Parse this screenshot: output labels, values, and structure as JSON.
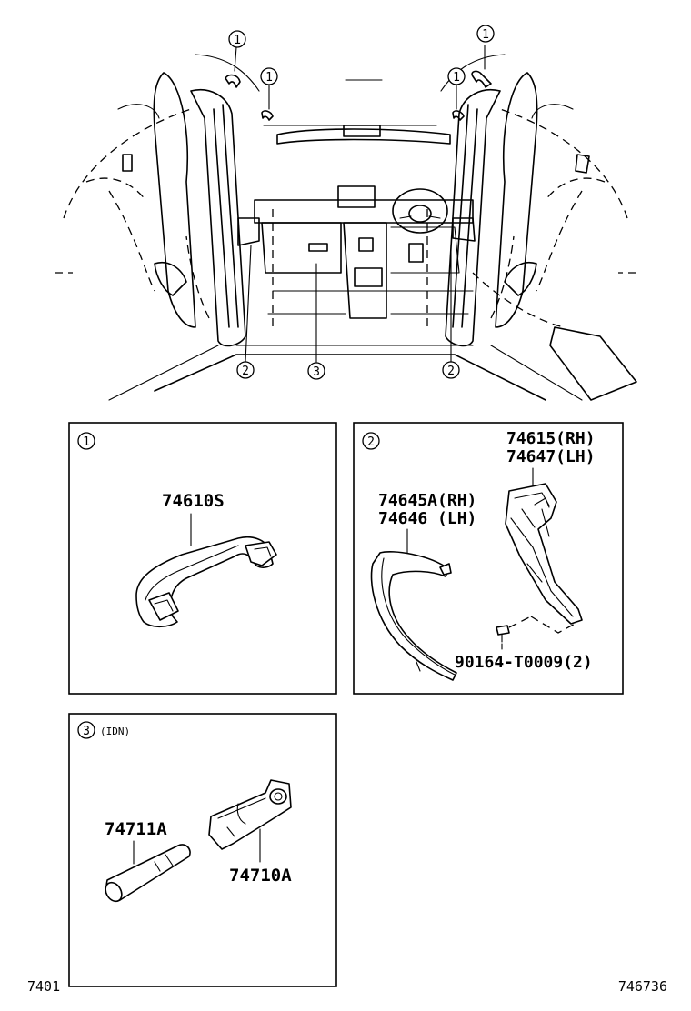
{
  "callouts": {
    "grip": "1",
    "panel": "2",
    "holder": "3"
  },
  "boxes": {
    "box1": {
      "number": "1",
      "parts": {
        "grip": "74610S"
      }
    },
    "box2": {
      "number": "2",
      "parts": {
        "bracket_rh": "74615(RH)",
        "bracket_lh": "74647(LH)",
        "panel_rh": "74645A(RH)",
        "panel_lh": "74646  (LH)",
        "screw": "90164-T0009(2)"
      }
    },
    "box3": {
      "number": "3",
      "note": "(IDN)",
      "parts": {
        "tube": "74711A",
        "holder": "74710A"
      }
    }
  },
  "footer": {
    "left_code": "7401",
    "right_code": "746736"
  }
}
